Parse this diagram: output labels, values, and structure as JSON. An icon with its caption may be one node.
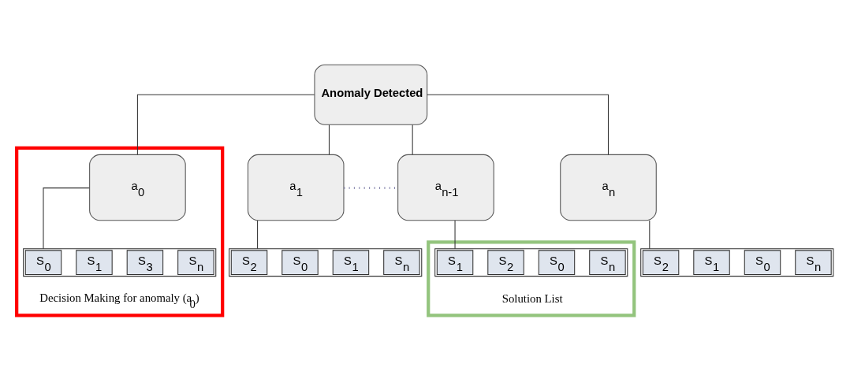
{
  "diagram": {
    "nodes": [
      {
        "text": [
          "Anomaly Detected"
        ]
      },
      {
        "text": [
          "Decision Making for anomaly (a$_{0}$)"
        ]
      },
      {
        "text": [
          "a$_{0}$"
        ],
        "in": 1
      },
      {
        "text": [],
        "shape": "box",
        "in": 1
      },
      {
        "text": [
          "S$_{0}$"
        ],
        "in": 3
      },
      {
        "text": [
          "S$_{1}$"
        ],
        "in": 3
      },
      {
        "text": [
          "S$_{3}$"
        ],
        "in": 3
      },
      {
        "text": [
          "S$_{n}$"
        ],
        "in": 3
      },
      {
        "text": [
          "a$_{1}$"
        ]
      },
      {
        "text": [],
        "shape": "box"
      },
      {
        "text": [
          "S$_{2}$"
        ],
        "in": 9
      },
      {
        "text": [
          "S$_{0}$"
        ],
        "in": 9
      },
      {
        "text": [
          "S$_{1}$"
        ],
        "in": 9
      },
      {
        "text": [
          "S$_{n}$"
        ],
        "in": 9
      },
      {
        "text": [
          "a$_{n-1}$"
        ]
      },
      {
        "text": [
          "Solution List"
        ]
      },
      {
        "text": [],
        "shape": "box",
        "in": 15
      },
      {
        "text": [
          "S$_{1}$"
        ],
        "in": 16
      },
      {
        "text": [
          "S$_{2}$"
        ],
        "in": 16
      },
      {
        "text": [
          "S$_{0}$"
        ],
        "in": 16
      },
      {
        "text": [
          "S$_{n}$"
        ],
        "in": 16
      },
      {
        "text": [
          "a$_{n}$"
        ]
      },
      {
        "text": [],
        "shape": "box"
      },
      {
        "text": [
          "S$_{2}$"
        ],
        "in": 22
      },
      {
        "text": [
          "S$_{1}$"
        ],
        "in": 22
      },
      {
        "text": [
          "S$_{0}$"
        ],
        "in": 22
      },
      {
        "text": [
          "S$_{n}$"
        ],
        "in": 22
      }
    ],
    "edges": [
      {
        "from": 0,
        "to": 2,
        "arrow": "none"
      },
      {
        "from": 0,
        "to": 8,
        "arrow": "none"
      },
      {
        "from": 0,
        "to": 14,
        "arrow": "none"
      },
      {
        "from": 0,
        "to": 21,
        "arrow": "none"
      },
      {
        "from": 2,
        "to": 3,
        "arrow": "none"
      },
      {
        "from": 8,
        "to": 9,
        "arrow": "none"
      },
      {
        "from": 14,
        "to": 16,
        "arrow": "none"
      },
      {
        "from": 21,
        "to": 22,
        "arrow": "none"
      },
      {
        "from": 8,
        "to": 14,
        "arrow": "none",
        "style": "dashed",
        "color": "#6b6b9a"
      }
    ]
  }
}
